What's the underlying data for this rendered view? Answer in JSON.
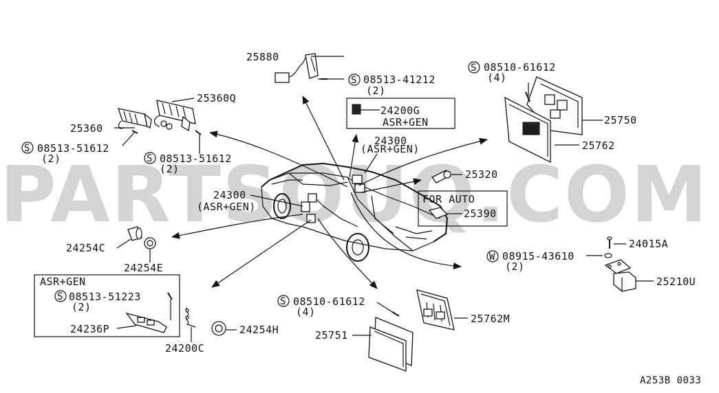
{
  "watermark": "PARTSOUQ.COM",
  "diagram_code": "A253B 0033",
  "labels": {
    "p25880": "25880",
    "s08513_41212": "08513-41212",
    "q2_a": "(2)",
    "s08510_61612_top": "08510-61612",
    "q4_a": "(4)",
    "p25360Q": "25360Q",
    "p25360": "25360",
    "s08513_51612_a": "08513-51612",
    "q2_b": "(2)",
    "s08513_51612_b": "08513-51612",
    "q2_c": "(2)",
    "p24200G": "24200G",
    "asr_gen_a": "ASR+GEN",
    "p24300_top": "24300",
    "asr_gen_b": "(ASR+GEN)",
    "p25750": "25750",
    "p25762": "25762",
    "p25320": "25320",
    "p24300_left": "24300",
    "asr_gen_c": "(ASR+GEN)",
    "for_auto": "FOR AUTO",
    "p25390": "25390",
    "p24254C": "24254C",
    "p24254E": "24254E",
    "asr_gen_box": "ASR+GEN",
    "s08513_51223": "08513-51223",
    "q2_d": "(2)",
    "p24236P": "24236P",
    "p24200C": "24200C",
    "p24254H": "24254H",
    "s08510_61612_bottom": "08510-61612",
    "q4_b": "(4)",
    "p25751": "25751",
    "p25762M": "25762M",
    "w08915_43610": "08915-43610",
    "q2_e": "(2)",
    "p24015A": "24015A",
    "p25210U": "25210U",
    "sym_s": "S",
    "sym_w": "W"
  }
}
